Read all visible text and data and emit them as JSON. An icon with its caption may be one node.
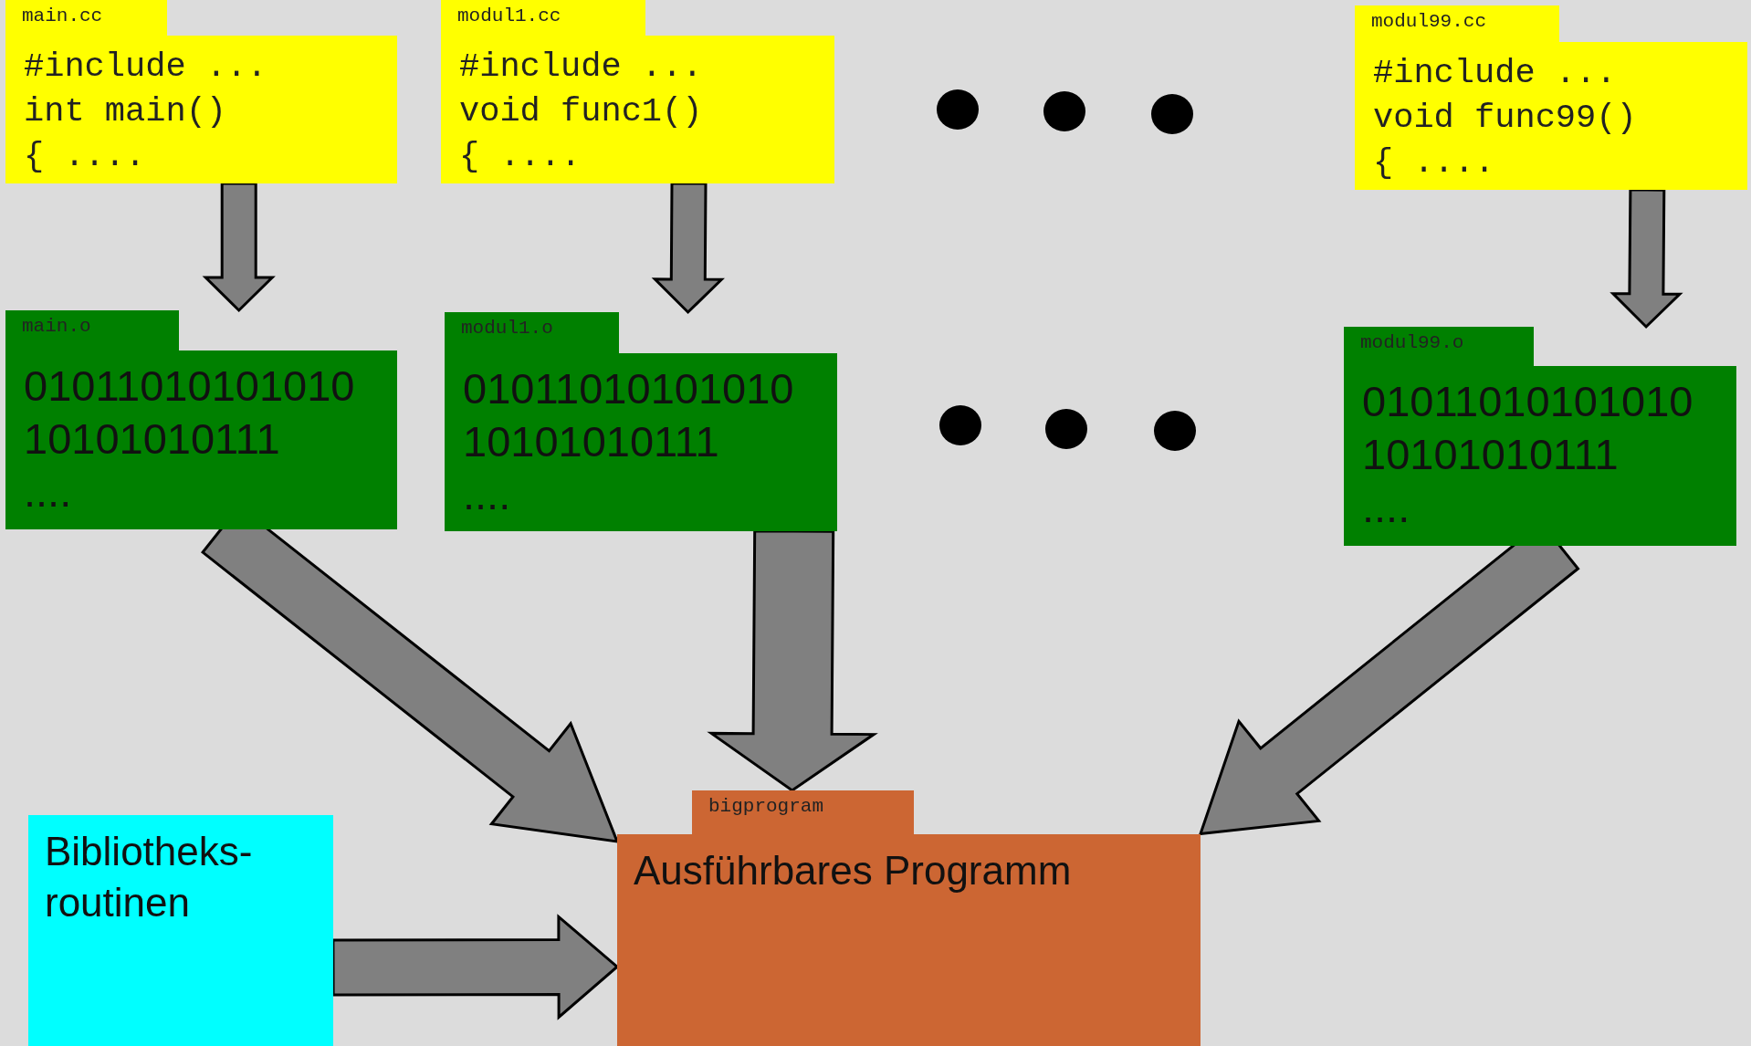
{
  "diagram": {
    "nodes": [
      {
        "text": [
          "main.cc",
          "#include ...",
          "int main()",
          "{ ...."
        ]
      },
      {
        "text": [
          "modul1.cc",
          "#include ...",
          "void func1()",
          "{ ...."
        ]
      },
      {
        "text": [
          "modul99.cc",
          "#include ...",
          "void func99()",
          "{ ...."
        ]
      },
      {
        "text": [
          "main.o",
          "01011010101010",
          "10101010111",
          "...."
        ]
      },
      {
        "text": [
          "modul1.o",
          "01011010101010",
          "10101010111",
          "...."
        ]
      },
      {
        "text": [
          "modul99.o",
          "01011010101010",
          "10101010111",
          "...."
        ]
      },
      {
        "text": [
          "Bibliotheks- routinen"
        ]
      },
      {
        "text": [
          "bigprogram",
          "Ausführbares Programm"
        ]
      }
    ],
    "edges": [
      {
        "from": 0,
        "to": 3,
        "arrow": "to"
      },
      {
        "from": 1,
        "to": 4,
        "arrow": "to"
      },
      {
        "from": 2,
        "to": 5,
        "arrow": "to"
      },
      {
        "from": 3,
        "to": 7,
        "arrow": "to"
      },
      {
        "from": 4,
        "to": 7,
        "arrow": "to"
      },
      {
        "from": 5,
        "to": 7,
        "arrow": "to"
      },
      {
        "from": 6,
        "to": 7,
        "arrow": "to"
      }
    ]
  }
}
